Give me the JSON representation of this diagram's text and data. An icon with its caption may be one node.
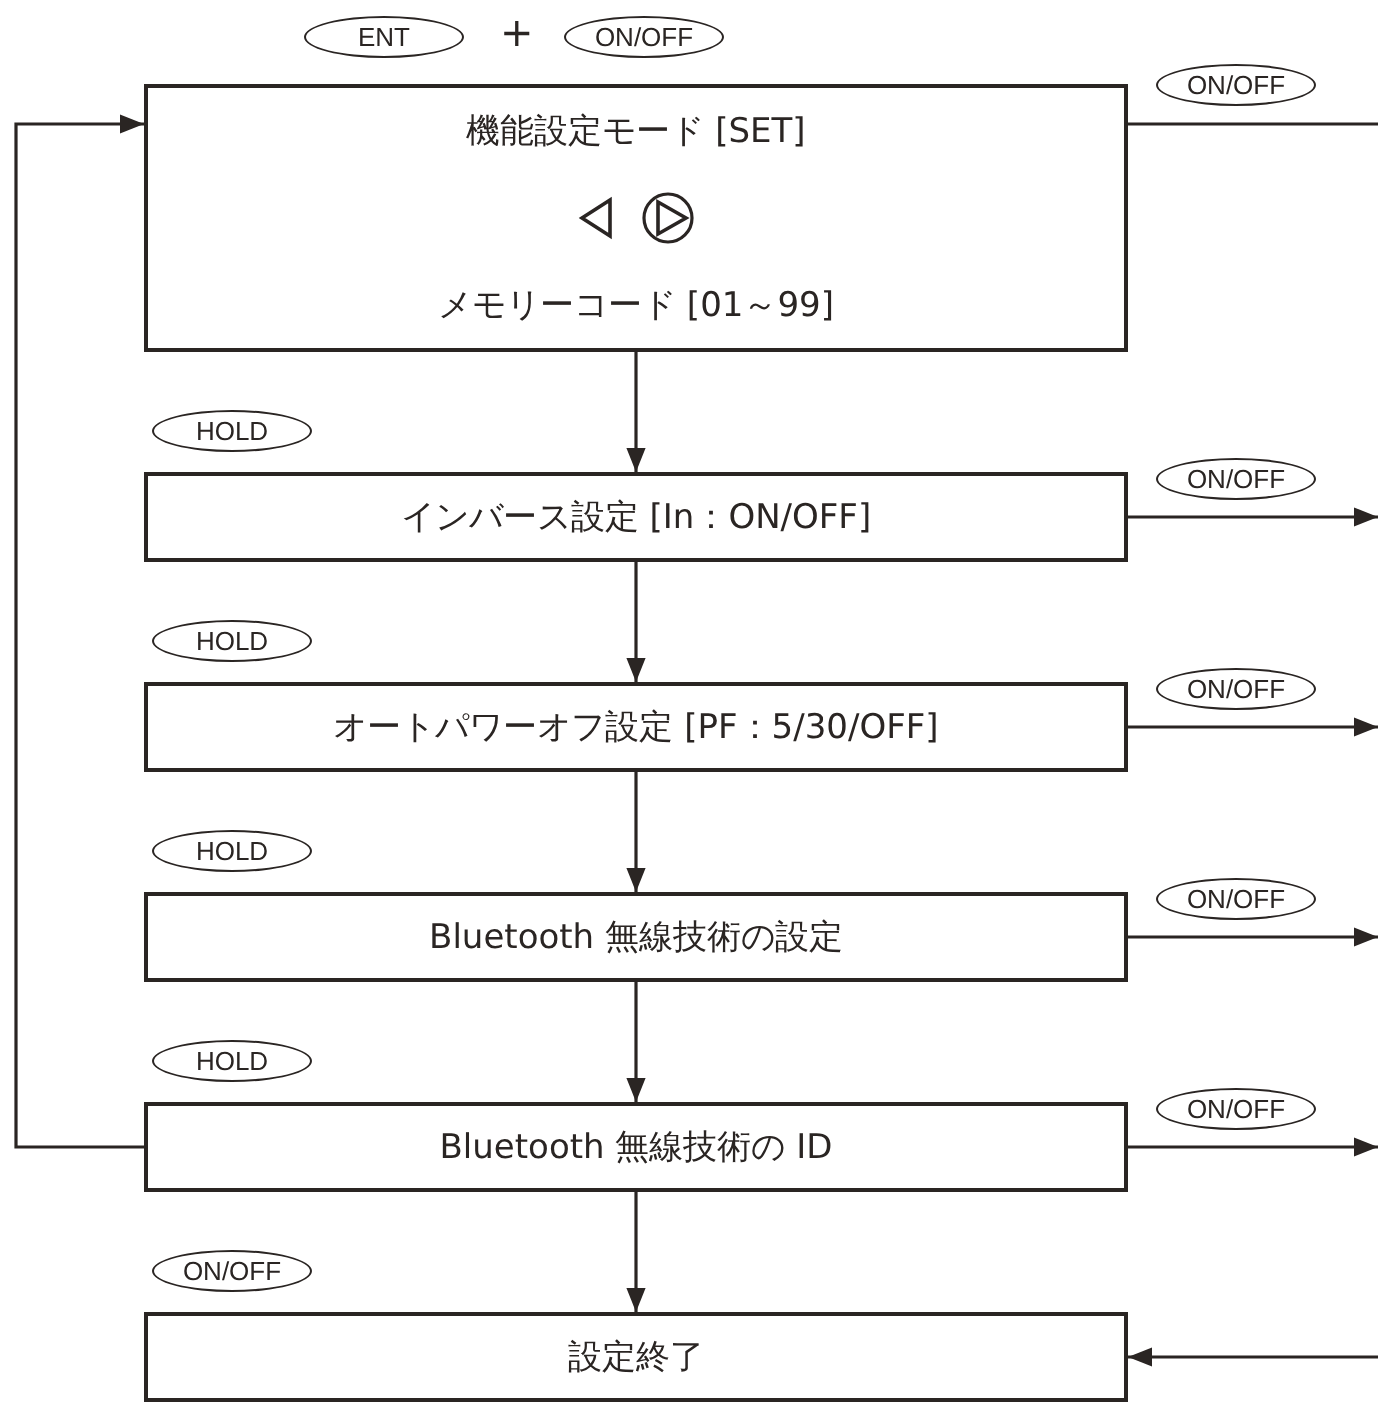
{
  "diagram": {
    "nodes": [
      {
        "text": [
          "機能設定モード [SET]",
          "メモリーコード [01～99]"
        ]
      },
      {
        "text": [
          "インバース設定 [In：ON/OFF]"
        ]
      },
      {
        "text": [
          "オートパワーオフ設定 [PF：5/30/OFF]"
        ]
      },
      {
        "text": [
          "Bluetooth 無線技術の設定"
        ]
      },
      {
        "text": [
          "Bluetooth 無線技術の ID"
        ]
      },
      {
        "text": [
          "設定終了"
        ]
      }
    ],
    "edges": [
      {
        "from": 0,
        "to": 1,
        "arrow": "to"
      },
      {
        "from": 1,
        "to": 2,
        "arrow": "to"
      },
      {
        "from": 2,
        "to": 3,
        "arrow": "to"
      },
      {
        "from": 3,
        "to": 4,
        "arrow": "to"
      },
      {
        "from": 4,
        "to": 5,
        "arrow": "to"
      },
      {
        "from": 4,
        "to": 0,
        "arrow": "to"
      },
      {
        "from": 0,
        "to": null,
        "arrow": "none",
        "label": "ON/OFF"
      },
      {
        "from": 1,
        "to": null,
        "arrow": "to",
        "label": "ON/OFF"
      },
      {
        "from": 2,
        "to": null,
        "arrow": "to",
        "label": "ON/OFF"
      },
      {
        "from": 3,
        "to": null,
        "arrow": "to",
        "label": "ON/OFF"
      },
      {
        "from": 4,
        "to": null,
        "arrow": "to",
        "label": "ON/OFF"
      },
      {
        "from": null,
        "to": 5,
        "arrow": "to"
      }
    ],
    "labels": [
      "ENT",
      "+",
      "ON/OFF",
      "HOLD",
      "HOLD",
      "HOLD",
      "HOLD",
      "ON/OFF"
    ]
  }
}
